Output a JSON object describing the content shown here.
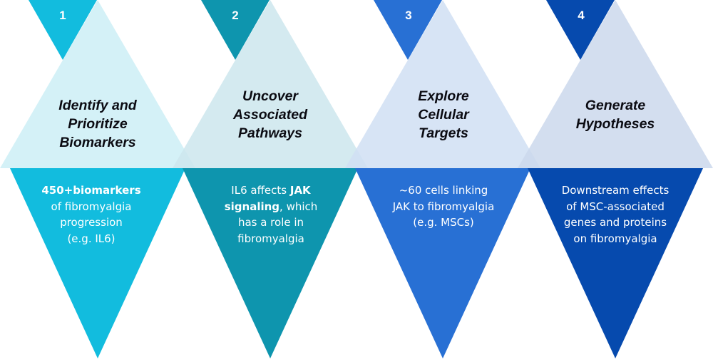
{
  "steps": [
    {
      "number": "1",
      "title_lines": [
        "Identify and",
        "Prioritize",
        "Biomarkers"
      ],
      "desc_lines": [
        [
          {
            "text": "450+biomarkers",
            "bold": true
          }
        ],
        [
          {
            "text": "of fibromyalgia",
            "bold": false
          }
        ],
        [
          {
            "text": "progression",
            "bold": false
          }
        ],
        [
          {
            "text": "(e.g. IL6)",
            "bold": false
          }
        ]
      ],
      "colors": {
        "dark": "#12BCDE",
        "light": "#CCEFF6"
      }
    },
    {
      "number": "2",
      "title_lines": [
        "Uncover",
        "Associated",
        "Pathways"
      ],
      "desc_lines": [
        [
          {
            "text": "IL6 affects ",
            "bold": false
          },
          {
            "text": "JAK",
            "bold": true
          }
        ],
        [
          {
            "text": "signaling",
            "bold": true
          },
          {
            "text": ", which",
            "bold": false
          }
        ],
        [
          {
            "text": "has a role in",
            "bold": false
          }
        ],
        [
          {
            "text": "fibromyalgia",
            "bold": false
          }
        ]
      ],
      "colors": {
        "dark": "#0E95AE",
        "light": "#CDE6ED"
      }
    },
    {
      "number": "3",
      "title_lines": [
        "Explore",
        "Cellular",
        "Targets"
      ],
      "desc_lines": [
        [
          {
            "text": "~60 cells linking",
            "bold": false
          }
        ],
        [
          {
            "text": "JAK to fibromyalgia",
            "bold": false
          }
        ],
        [
          {
            "text": "(e.g. MSCs)",
            "bold": false
          }
        ]
      ],
      "colors": {
        "dark": "#2870D4",
        "light": "#D0DFF3"
      }
    },
    {
      "number": "4",
      "title_lines": [
        "Generate",
        "Hypotheses"
      ],
      "desc_lines": [
        [
          {
            "text": "Downstream effects",
            "bold": false
          }
        ],
        [
          {
            "text": "of MSC-associated",
            "bold": false
          }
        ],
        [
          {
            "text": "genes and proteins",
            "bold": false
          }
        ],
        [
          {
            "text": "on fibromyalgia",
            "bold": false
          }
        ]
      ],
      "colors": {
        "dark": "#064AAE",
        "light": "#CBD8EC"
      }
    }
  ]
}
